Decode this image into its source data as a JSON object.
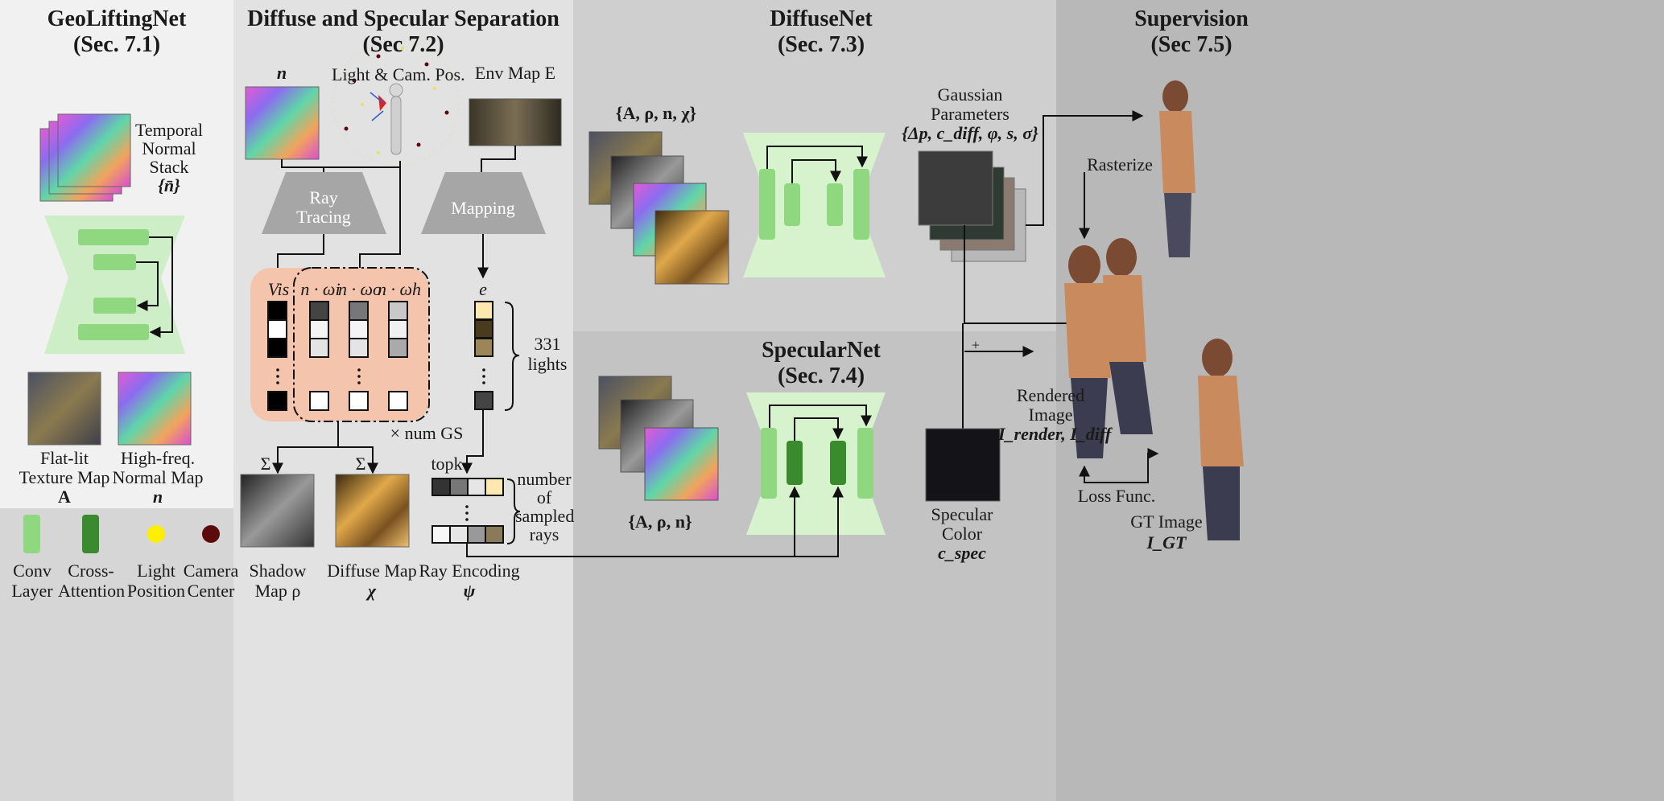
{
  "panels": {
    "geolifting": {
      "title": "GeoLiftingNet",
      "sec": "(Sec. 7.1)"
    },
    "separation": {
      "title": "Diffuse and Specular Separation",
      "sec": "(Sec 7.2)"
    },
    "diffusenet": {
      "title": "DiffuseNet",
      "sec": "(Sec. 7.3)"
    },
    "specularnet": {
      "title": "SpecularNet",
      "sec": "(Sec. 7.4)"
    },
    "supervision": {
      "title": "Supervision",
      "sec": "(Sec 7.5)"
    }
  },
  "geolifting": {
    "stack_label": [
      "Temporal",
      "Normal",
      "Stack",
      "{n̄}"
    ],
    "texture_label": [
      "Flat-lit",
      "Texture Map",
      "A"
    ],
    "normal_label": [
      "High-freq.",
      "Normal Map",
      "n"
    ]
  },
  "legend": [
    {
      "label": [
        "Conv",
        "Layer"
      ],
      "color": "#8fd880",
      "shape": "bar"
    },
    {
      "label": [
        "Cross-",
        "Attention"
      ],
      "color": "#3a8a2e",
      "shape": "bar"
    },
    {
      "label": [
        "Light",
        "Position"
      ],
      "color": "#ffee00",
      "shape": "dot"
    },
    {
      "label": [
        "Camera",
        "Center"
      ],
      "color": "#5c0a0a",
      "shape": "dot"
    }
  ],
  "separation": {
    "n_label": "n",
    "light_cam_label": "Light & Cam. Pos.",
    "envmap_label": "Env Map E",
    "ray_tracing": [
      "Ray",
      "Tracing"
    ],
    "mapping": "Mapping",
    "col_vis": "Vis",
    "col_nwi": "n · ωi",
    "col_nwo": "n · ωo",
    "col_nwh": "n · ωh",
    "col_e": "e",
    "lights_count": [
      "331",
      "lights"
    ],
    "num_gs": "× num GS",
    "sigma1": "Σ",
    "sigma2": "Σ",
    "topk": "topk",
    "sampled_rays": [
      "number",
      "of",
      "sampled",
      "rays"
    ],
    "shadow_label": [
      "Shadow",
      "Map ρ"
    ],
    "diffuse_label": [
      "Diffuse Map",
      "χ"
    ],
    "rayenc_label": [
      "Ray Encoding",
      "ψ"
    ]
  },
  "diffusenet": {
    "inputs_label": "{A, ρ, n, χ}",
    "gaussian_label": [
      "Gaussian",
      "Parameters",
      "{Δp, c_diff, φ, s, σ}"
    ]
  },
  "specularnet": {
    "inputs_label": "{A, ρ, n}",
    "spec_color_label": [
      "Specular",
      "Color",
      "c_spec"
    ],
    "plus": "+"
  },
  "supervision": {
    "rasterize": "Rasterize",
    "rendered_label": [
      "Rendered",
      "Image",
      "I_render, I_diff"
    ],
    "loss": "Loss Func.",
    "gt_label": [
      "GT  Image",
      "I_GT"
    ]
  }
}
